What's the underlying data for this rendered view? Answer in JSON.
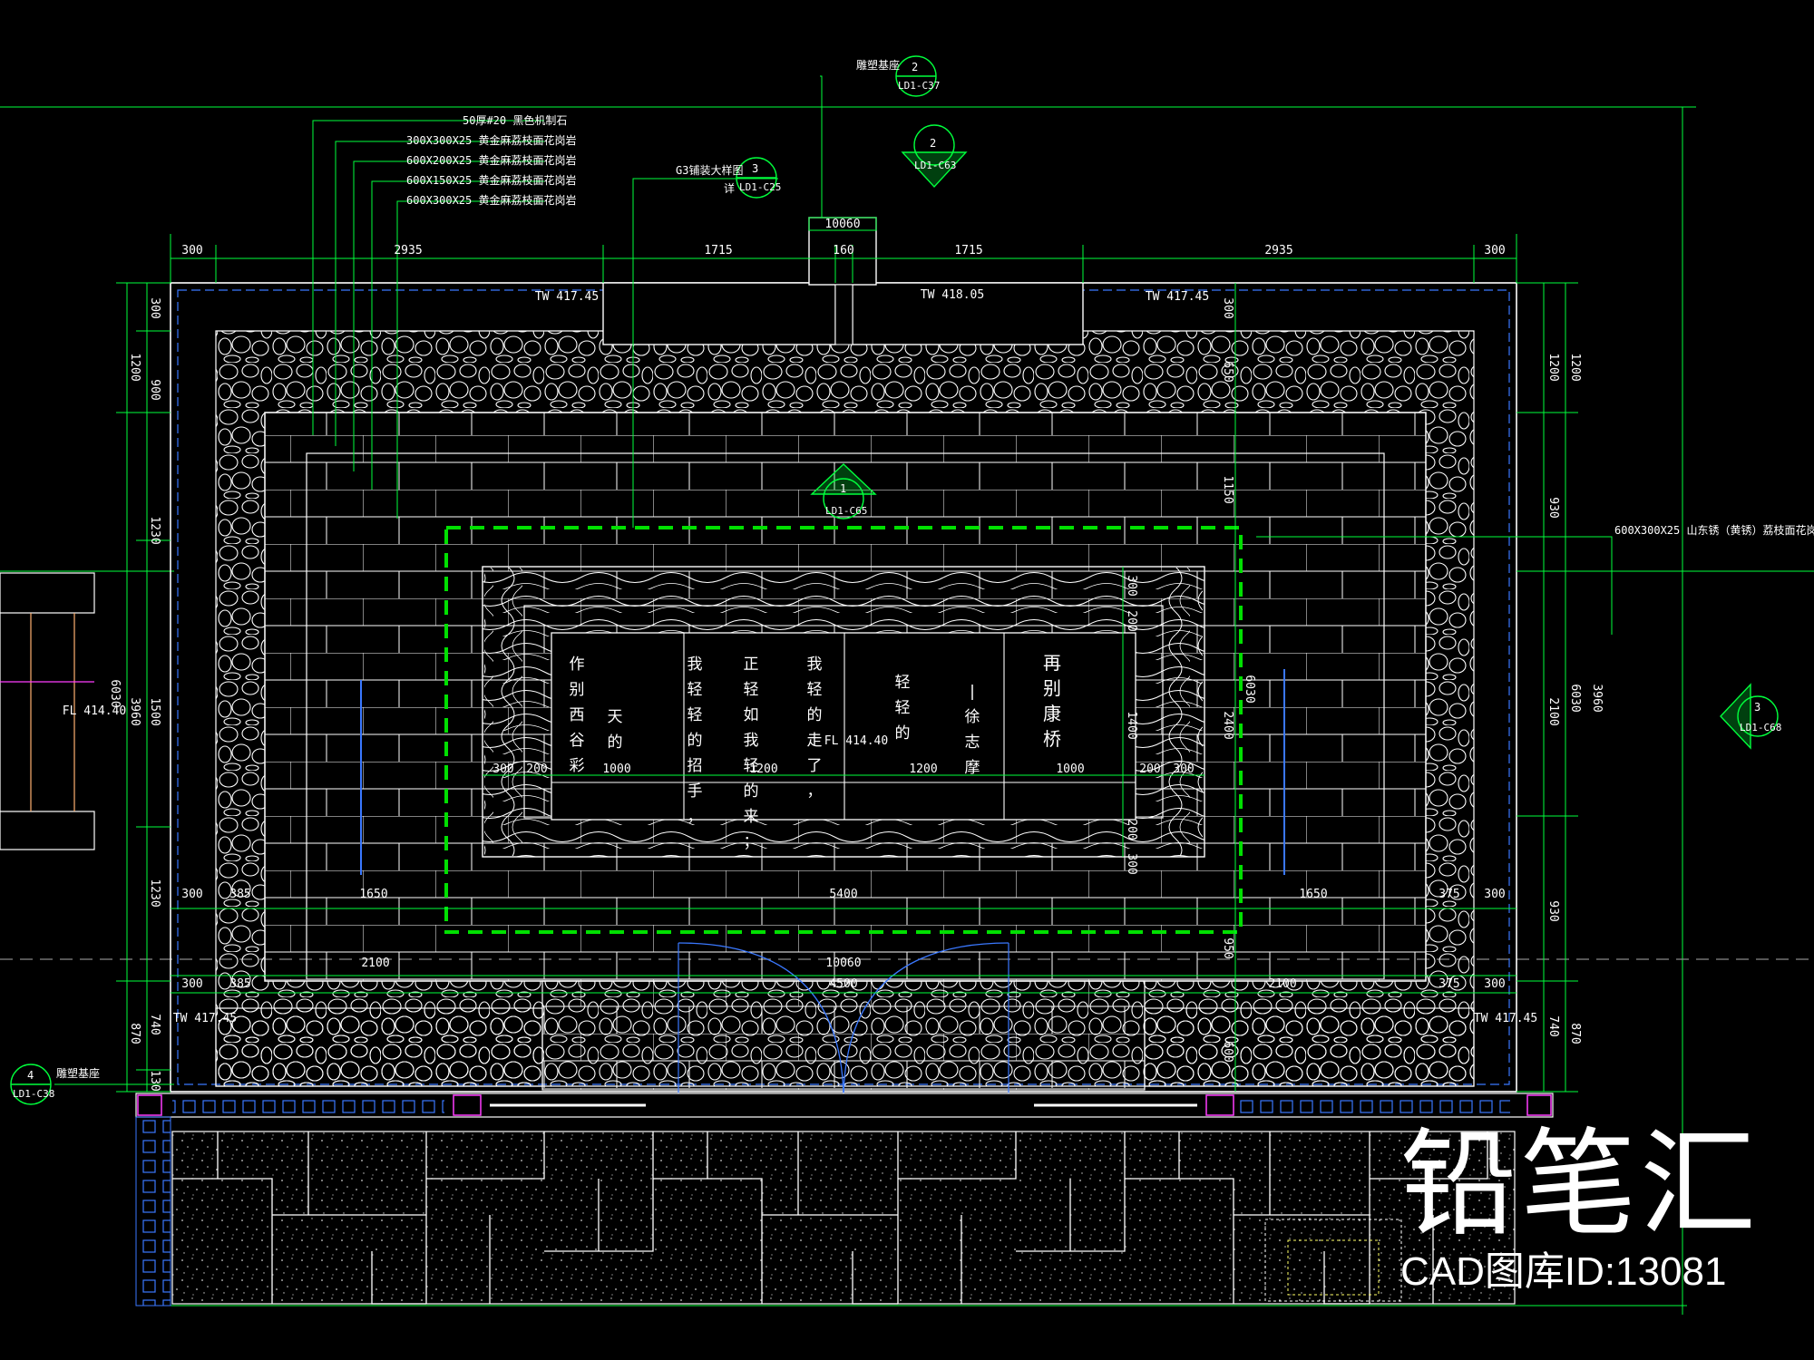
{
  "colors": {
    "bg": "#000000",
    "dim": "#00ff3c",
    "structure": "#ffffff",
    "edge": "#3a78ff",
    "magenta": "#ff3cff",
    "dash": "#00e000",
    "grey": "#8a8a8a"
  },
  "brand": {
    "name": "铅笔汇",
    "id_label": "CAD图库ID:13081"
  },
  "materials": [
    "50厚#20 黑色机制石",
    "300X300X25 黄金麻荔枝面花岗岩",
    "600X200X25 黄金麻荔枝面花岗岩",
    "600X150X25 黄金麻荔枝面花岗岩",
    "600X300X25 黄金麻荔枝面花岗岩"
  ],
  "right_material": "600X300X25 山东锈（黄锈）荔枝面花岗岩",
  "callouts": {
    "top": {
      "text": "雕塑基座",
      "num": "2",
      "ref": "LD1-C37"
    },
    "tri_top": {
      "num": "2",
      "ref": "LD1-C63"
    },
    "detail": {
      "text": "G3铺装大样图",
      "sub": "详",
      "num": "3",
      "ref": "LD1-C25"
    },
    "center": {
      "num": "1",
      "ref": "LD1-C65"
    },
    "right": {
      "num": "3",
      "ref": "LD1-C68"
    },
    "left": {
      "text": "雕塑基座",
      "num": "4",
      "ref": "LD1-C38"
    }
  },
  "top_dims": [
    "300",
    "2935",
    "1715",
    "160",
    "1715",
    "2935",
    "300"
  ],
  "top_total": "10060",
  "levels": {
    "tw_left": "TW 417.45",
    "tw_mid": "TW 418.05",
    "tw_right": "TW 417.45",
    "tw_bottom_left": "TW 417.45",
    "tw_bottom_right": "TW 417.45",
    "fl_center": "FL 414.40",
    "fl_left": "FL 414.40"
  },
  "left_dims_outer": [
    "1200",
    "6030",
    "870"
  ],
  "left_dims_inner": [
    "300",
    "900",
    "1230",
    "3960",
    "1500",
    "1230",
    "740",
    "130"
  ],
  "right_dims_outer": [
    "1200",
    "6030",
    "870"
  ],
  "right_dims_inner": [
    "1200",
    "930",
    "3960",
    "2100",
    "930",
    "740"
  ],
  "inner_v_dims": [
    "300",
    "650",
    "1150",
    "6030",
    "2400",
    "950",
    "600"
  ],
  "pond_v_dims": [
    "300",
    "200",
    "1400",
    "200",
    "300"
  ],
  "pond_h_dims": [
    "300",
    "200",
    "1000",
    "1200",
    "1200",
    "1000",
    "200",
    "300"
  ],
  "row_dims_a": [
    "300",
    "385",
    "1650",
    "5400",
    "1650",
    "375",
    "300"
  ],
  "row_dims_b": [
    "2100",
    "10060",
    "950"
  ],
  "row_dims_c": [
    "300",
    "385",
    "4500",
    "2100",
    "375",
    "300"
  ],
  "poem_columns": [
    [
      "作",
      "别",
      "西",
      "谷",
      "彩"
    ],
    [
      "天",
      "的"
    ],
    [
      "我",
      "轻",
      "轻",
      "的",
      "招",
      "手",
      "，"
    ],
    [
      "正",
      "轻",
      "如",
      "我",
      "轻",
      "的",
      "来",
      "；"
    ],
    [
      "我",
      "轻",
      "的",
      "走",
      "了",
      "，"
    ],
    [
      "轻",
      "轻",
      "的"
    ],
    [
      "|",
      "徐",
      "志",
      "摩"
    ],
    [
      "再",
      "别",
      "康",
      "桥"
    ]
  ]
}
